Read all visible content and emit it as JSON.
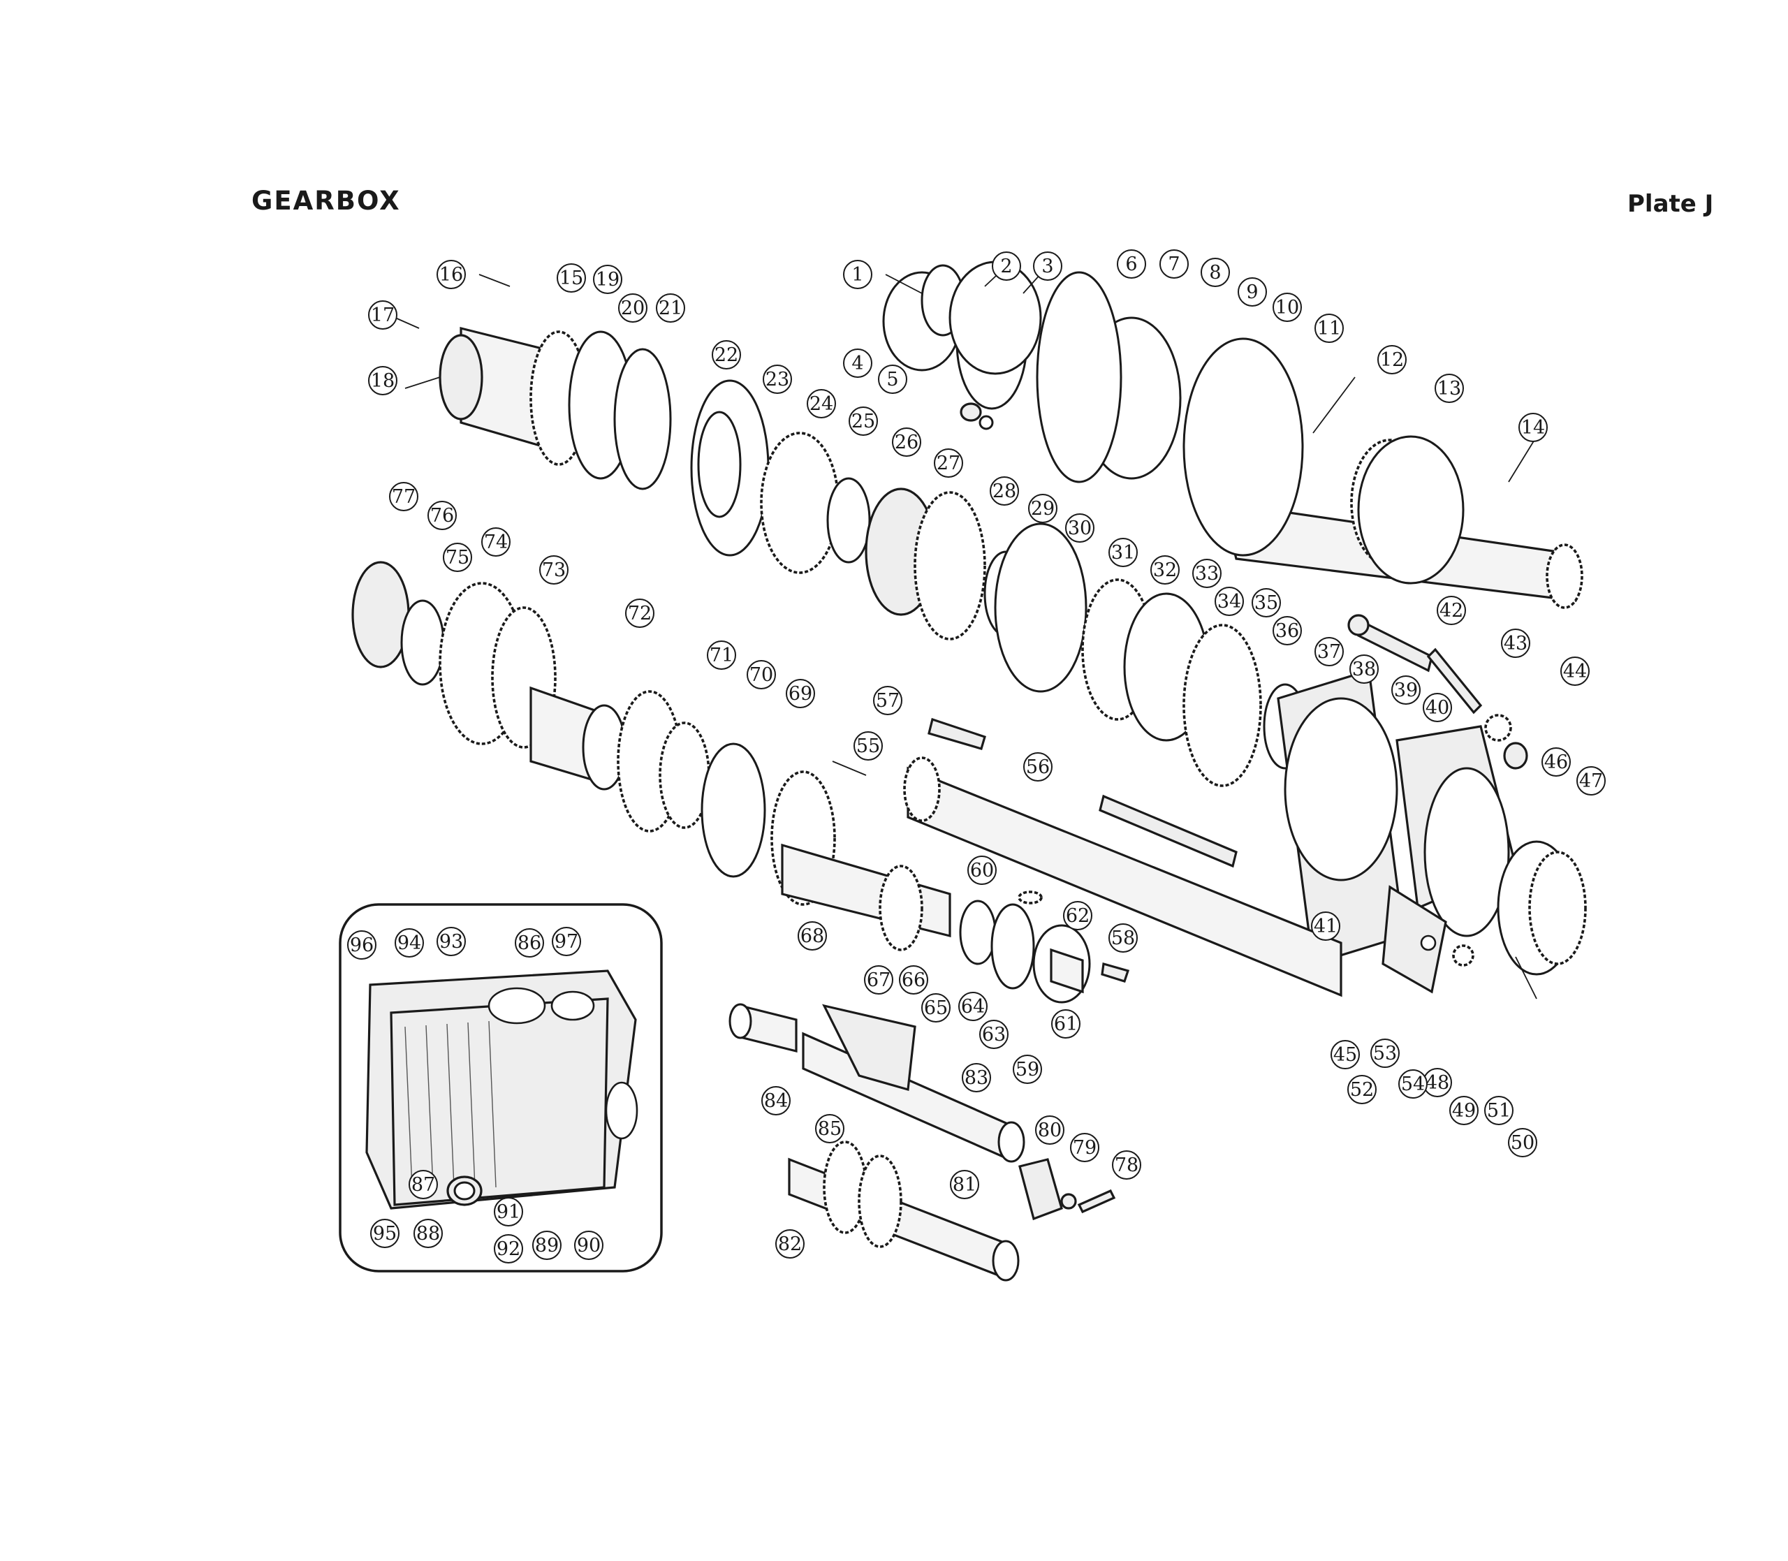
{
  "header": {
    "title": "GEARBOX",
    "plate": "Plate J"
  },
  "callouts": [
    "1",
    "2",
    "3",
    "4",
    "5",
    "6",
    "7",
    "8",
    "9",
    "10",
    "11",
    "12",
    "13",
    "14",
    "15",
    "16",
    "17",
    "18",
    "19",
    "20",
    "21",
    "22",
    "23",
    "24",
    "25",
    "26",
    "27",
    "28",
    "29",
    "30",
    "31",
    "32",
    "33",
    "34",
    "35",
    "36",
    "37",
    "38",
    "39",
    "40",
    "41",
    "42",
    "43",
    "44",
    "45",
    "46",
    "47",
    "48",
    "49",
    "50",
    "51",
    "52",
    "53",
    "54",
    "55",
    "56",
    "57",
    "58",
    "59",
    "60",
    "61",
    "62",
    "63",
    "64",
    "65",
    "66",
    "67",
    "68",
    "69",
    "70",
    "71",
    "72",
    "73",
    "74",
    "75",
    "76",
    "77",
    "78",
    "79",
    "80",
    "81",
    "82",
    "83",
    "84",
    "85",
    "86",
    "87",
    "88",
    "89",
    "90",
    "91",
    "92",
    "93",
    "94",
    "95",
    "96",
    "97"
  ]
}
